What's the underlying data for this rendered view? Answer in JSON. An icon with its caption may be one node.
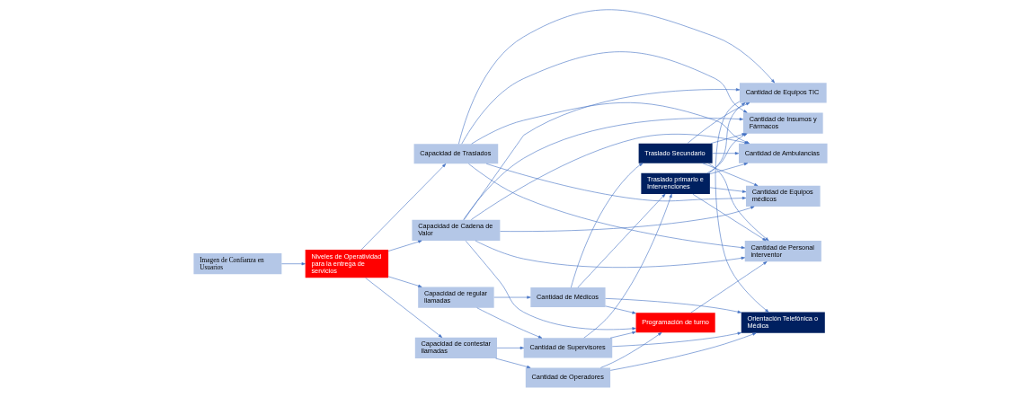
{
  "diagram": {
    "nodes": [
      {
        "text": [
          "Imagen de Confianza en Usuarios"
        ]
      },
      {
        "text": [
          "Niveles de Operatividad para la entrega de servicios"
        ]
      },
      {
        "text": [
          "Capacidad de contestar llamadas"
        ]
      },
      {
        "text": [
          "Capacidad de regular llamadas"
        ]
      },
      {
        "text": [
          "Capacidad de Traslados"
        ]
      },
      {
        "text": [
          "Capacidad de Cadena de Valor"
        ]
      },
      {
        "text": [
          "Cantidad de Operadores"
        ]
      },
      {
        "text": [
          "Cantidad de Supervisores"
        ]
      },
      {
        "text": [
          "Cantidad de Médicos"
        ]
      },
      {
        "text": [
          "Orientación Telefónica o Médica"
        ]
      },
      {
        "text": [
          "Programación de turno"
        ]
      },
      {
        "text": [
          "Traslado Secundario"
        ]
      },
      {
        "text": [
          "Traslado primario e Intervenciones"
        ]
      },
      {
        "text": [
          "Cantidad de Ambulancias"
        ]
      },
      {
        "text": [
          "Cantidad de Personal interventor"
        ]
      },
      {
        "text": [
          "Cantidad de Equipos médicos"
        ]
      },
      {
        "text": [
          "Cantidad de Insumos y Fármacos"
        ]
      },
      {
        "text": [
          "Cantidad de Equipos TIC"
        ]
      }
    ],
    "edges": [
      {
        "from": 0,
        "to": 1,
        "arrow": "to"
      },
      {
        "from": 1,
        "to": 2,
        "arrow": "to"
      },
      {
        "from": 1,
        "to": 3,
        "arrow": "to"
      },
      {
        "from": 1,
        "to": 4,
        "arrow": "to"
      },
      {
        "from": 1,
        "to": 5,
        "arrow": "to"
      },
      {
        "from": 2,
        "to": 6,
        "arrow": "to"
      },
      {
        "from": 2,
        "to": 7,
        "arrow": "to"
      },
      {
        "from": 3,
        "to": 7,
        "arrow": "to"
      },
      {
        "from": 3,
        "to": 8,
        "arrow": "to"
      },
      {
        "from": 6,
        "to": 9,
        "arrow": "to"
      },
      {
        "from": 6,
        "to": 10,
        "arrow": "to"
      },
      {
        "from": 7,
        "to": 9,
        "arrow": "to"
      },
      {
        "from": 7,
        "to": 10,
        "arrow": "to"
      },
      {
        "from": 7,
        "to": 12,
        "arrow": "to"
      },
      {
        "from": 8,
        "to": 9,
        "arrow": "to"
      },
      {
        "from": 8,
        "to": 10,
        "arrow": "to"
      },
      {
        "from": 8,
        "to": 11,
        "arrow": "to"
      },
      {
        "from": 8,
        "to": 12,
        "arrow": "to"
      },
      {
        "from": 5,
        "to": 10,
        "arrow": "to"
      },
      {
        "from": 4,
        "to": 13,
        "arrow": "to"
      },
      {
        "from": 4,
        "to": 14,
        "arrow": "to"
      },
      {
        "from": 4,
        "to": 15,
        "arrow": "to"
      },
      {
        "from": 4,
        "to": 16,
        "arrow": "to"
      },
      {
        "from": 4,
        "to": 17,
        "arrow": "to"
      },
      {
        "from": 5,
        "to": 13,
        "arrow": "to"
      },
      {
        "from": 5,
        "to": 14,
        "arrow": "to"
      },
      {
        "from": 5,
        "to": 15,
        "arrow": "to"
      },
      {
        "from": 5,
        "to": 16,
        "arrow": "to"
      },
      {
        "from": 5,
        "to": 17,
        "arrow": "to"
      },
      {
        "from": 11,
        "to": 13,
        "arrow": "to"
      },
      {
        "from": 11,
        "to": 14,
        "arrow": "to"
      },
      {
        "from": 11,
        "to": 15,
        "arrow": "to"
      },
      {
        "from": 11,
        "to": 16,
        "arrow": "to"
      },
      {
        "from": 11,
        "to": 17,
        "arrow": "to"
      },
      {
        "from": 12,
        "to": 13,
        "arrow": "to"
      },
      {
        "from": 12,
        "to": 14,
        "arrow": "to"
      },
      {
        "from": 12,
        "to": 15,
        "arrow": "to"
      },
      {
        "from": 12,
        "to": 16,
        "arrow": "to"
      },
      {
        "from": 12,
        "to": 17,
        "arrow": "to"
      },
      {
        "from": 10,
        "to": 14,
        "arrow": "to"
      },
      {
        "from": 17,
        "to": 9,
        "arrow": "to"
      }
    ]
  }
}
